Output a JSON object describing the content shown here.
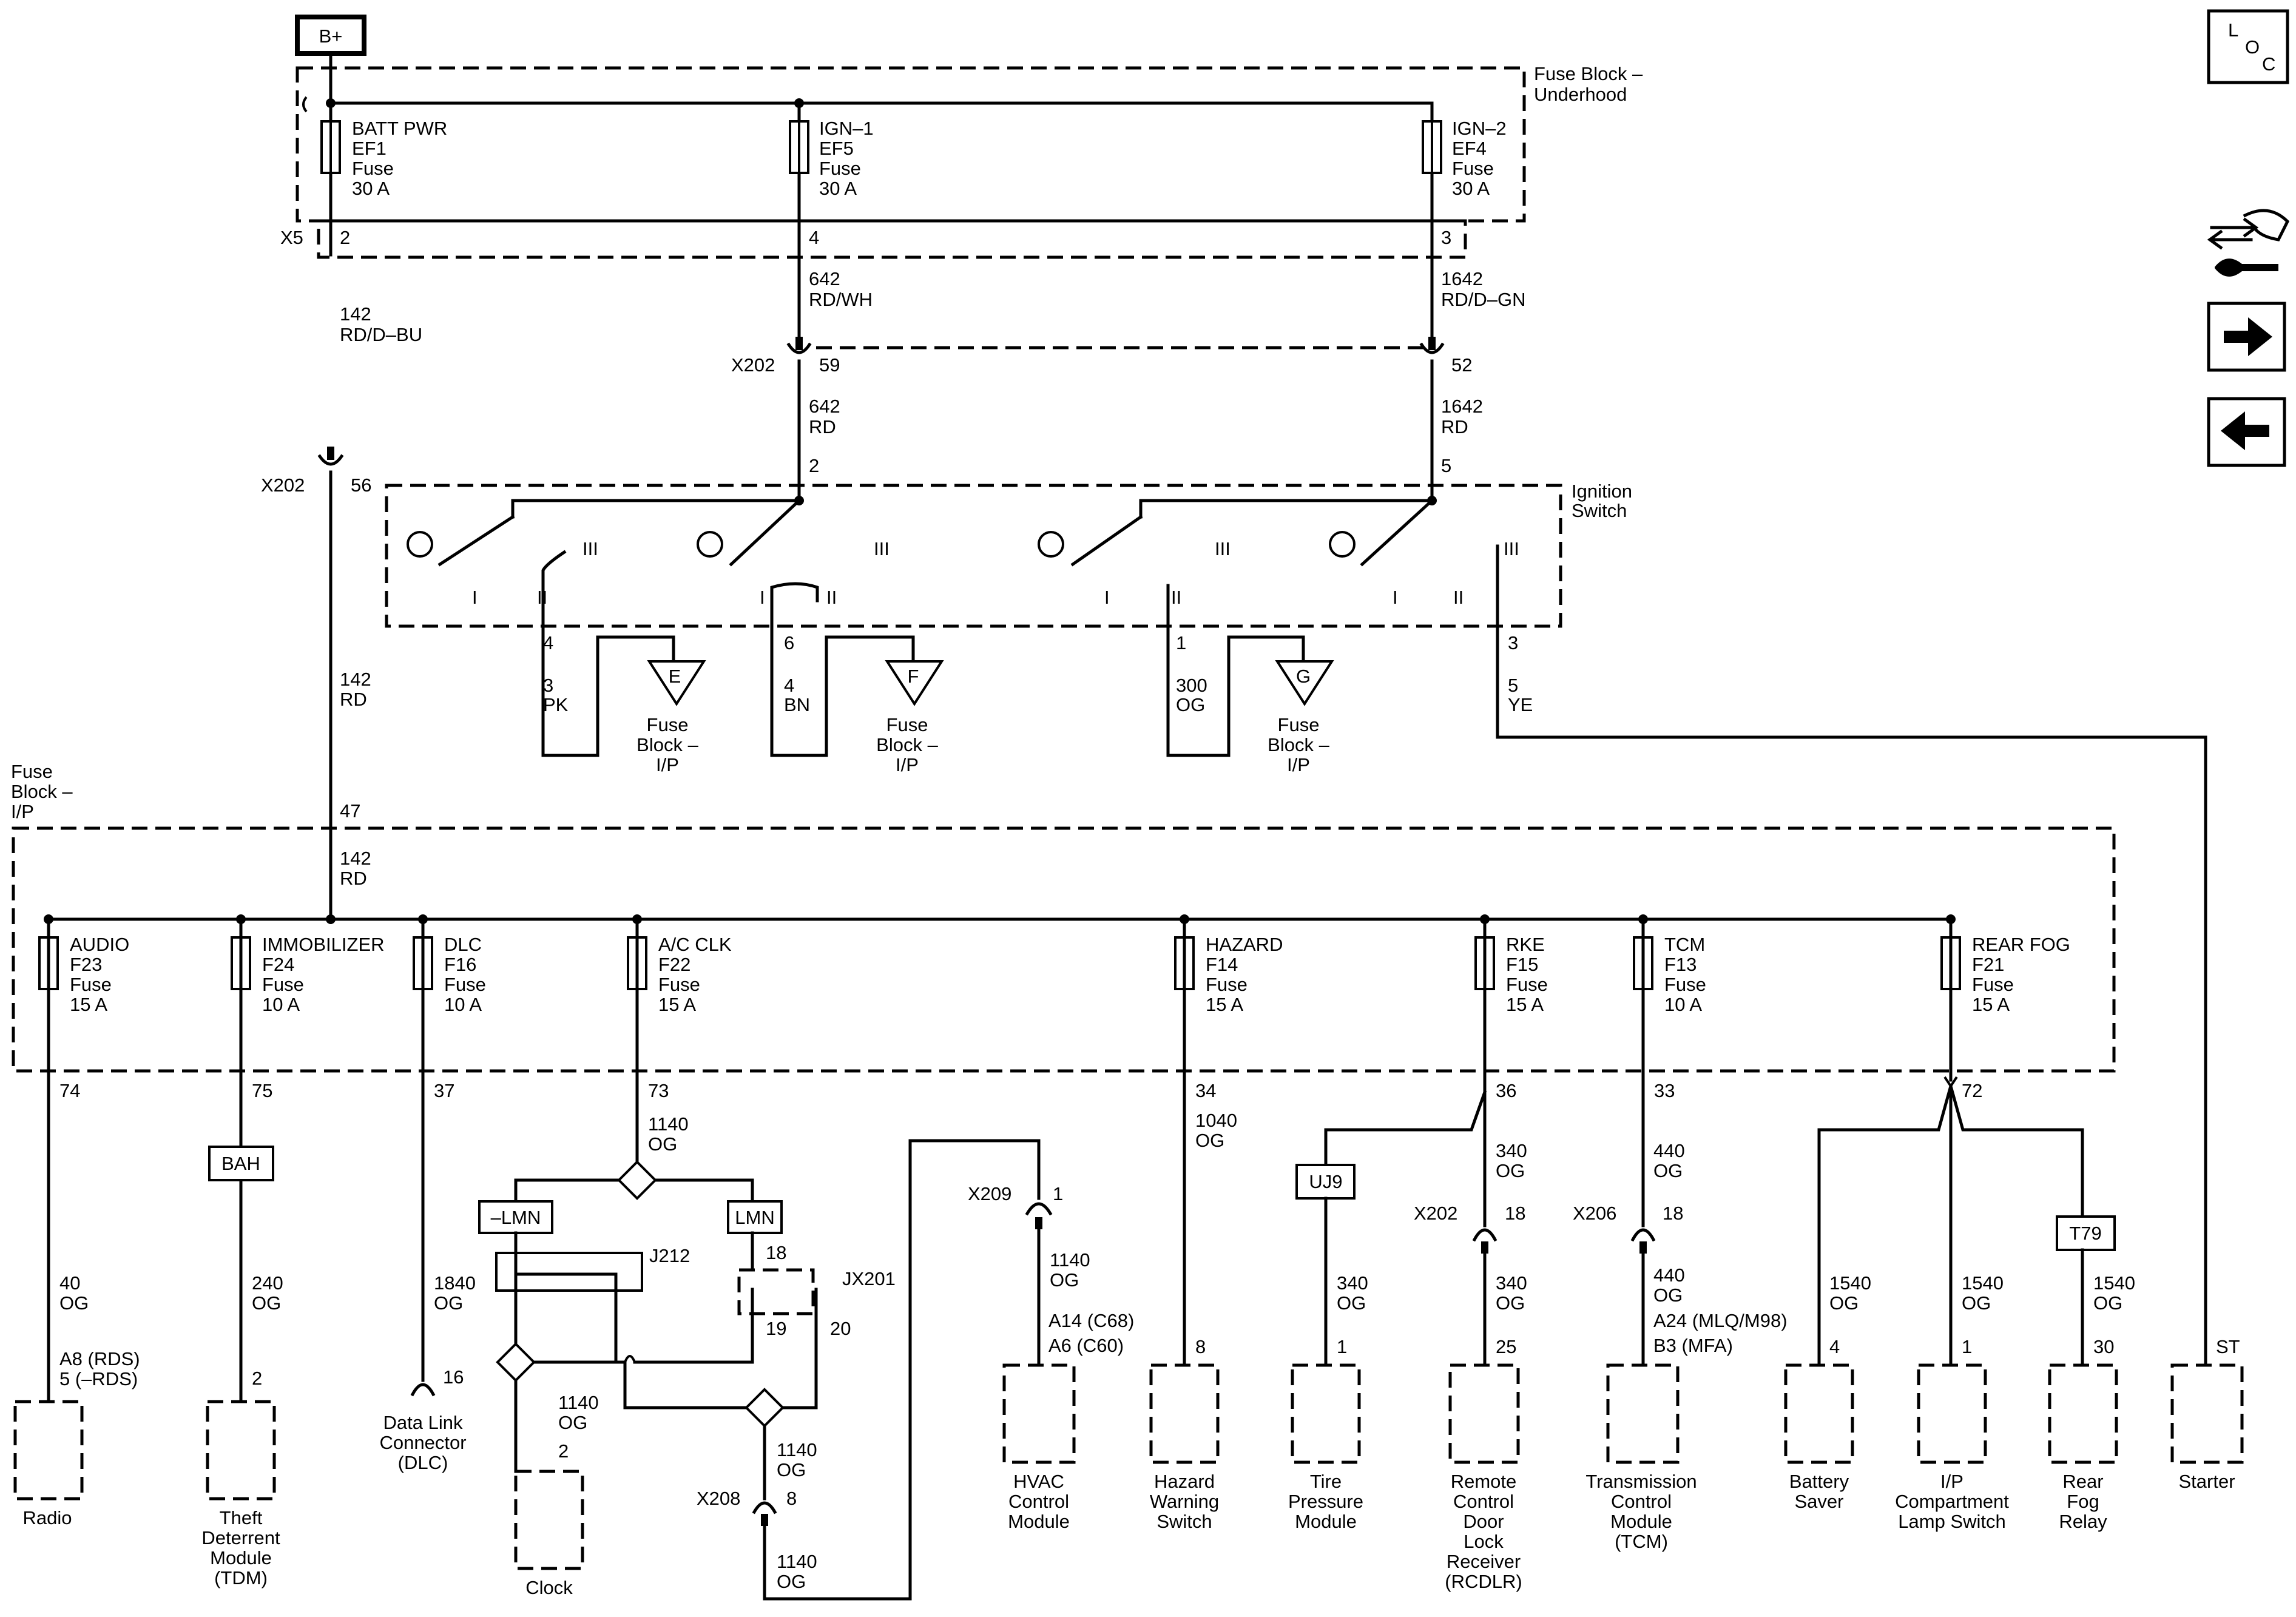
{
  "battery": "B+",
  "loc_letters": [
    "L",
    "O",
    "C"
  ],
  "fuse_block_underhood": {
    "title": [
      "Fuse Block –",
      "Underhood"
    ],
    "fuses": [
      {
        "lines": [
          "BATT PWR",
          "EF1",
          "Fuse",
          "30 A"
        ]
      },
      {
        "lines": [
          "IGN–1",
          "EF5",
          "Fuse",
          "30 A"
        ]
      },
      {
        "lines": [
          "IGN–2",
          "EF4",
          "Fuse",
          "30 A"
        ]
      }
    ],
    "connector": "X5",
    "pins": [
      "2",
      "4",
      "3"
    ]
  },
  "wires_upper": [
    {
      "circuit": "142",
      "color": "RD/D–BU"
    },
    {
      "circuit": "642",
      "color": "RD/WH"
    },
    {
      "circuit": "1642",
      "color": "RD/D–GN"
    },
    {
      "circuit": "642",
      "color": "RD"
    },
    {
      "circuit": "1642",
      "color": "RD"
    },
    {
      "circuit": "142",
      "color": "RD"
    }
  ],
  "connectors_upper": [
    {
      "name": "X202",
      "pin": "59"
    },
    {
      "name": "",
      "pin": "52"
    },
    {
      "name": "X202",
      "pin": "56"
    }
  ],
  "ignition_switch": {
    "title": [
      "Ignition",
      "Switch"
    ],
    "input_pins": [
      "2",
      "5"
    ],
    "positions": [
      "I",
      "II",
      "III"
    ],
    "outputs": [
      {
        "pin": "4",
        "circuit": "3",
        "color": "PK",
        "ref": "E"
      },
      {
        "pin": "6",
        "circuit": "4",
        "color": "BN",
        "ref": "F"
      },
      {
        "pin": "1",
        "circuit": "300",
        "color": "OG",
        "ref": "G"
      },
      {
        "pin": "3",
        "circuit": "5",
        "color": "YE"
      }
    ],
    "ref_label": [
      "Fuse",
      "Block –",
      "I/P"
    ]
  },
  "fuse_block_ip": {
    "title": [
      "Fuse",
      "Block –",
      "I/P"
    ],
    "input_pin": "47",
    "input_wire": {
      "circuit": "142",
      "color": "RD"
    },
    "fuses": [
      {
        "lines": [
          "AUDIO",
          "F23",
          "Fuse",
          "15 A"
        ],
        "pin": "74"
      },
      {
        "lines": [
          "IMMOBILIZER",
          "F24",
          "Fuse",
          "10 A"
        ],
        "pin": "75"
      },
      {
        "lines": [
          "DLC",
          "F16",
          "Fuse",
          "10 A"
        ],
        "pin": "37"
      },
      {
        "lines": [
          "A/C CLK",
          "F22",
          "Fuse",
          "15 A"
        ],
        "pin": "73"
      },
      {
        "lines": [
          "HAZARD",
          "F14",
          "Fuse",
          "15 A"
        ],
        "pin": "34"
      },
      {
        "lines": [
          "RKE",
          "F15",
          "Fuse",
          "15 A"
        ],
        "pin": "36"
      },
      {
        "lines": [
          "TCM",
          "F13",
          "Fuse",
          "10 A"
        ],
        "pin": "33"
      },
      {
        "lines": [
          "REAR FOG",
          "F21",
          "Fuse",
          "15 A"
        ],
        "pin": "72"
      }
    ]
  },
  "splices": {
    "BAH": "BAH",
    "LMN_minus": "–LMN",
    "LMN": "LMN",
    "UJ9": "UJ9",
    "T79": "T79"
  },
  "labels": {
    "J212": "J212",
    "JX201": "JX201",
    "pin18": "18",
    "pin19": "19",
    "pin20": "20"
  },
  "lower_wires": {
    "w40": [
      "40",
      "OG"
    ],
    "w240": [
      "240",
      "OG"
    ],
    "w1840": [
      "1840",
      "OG"
    ],
    "w1140a": [
      "1140",
      "OG"
    ],
    "w1140b": [
      "1140",
      "OG"
    ],
    "w1140c": [
      "1140",
      "OG"
    ],
    "w1140d": [
      "1140",
      "OG"
    ],
    "w1140e": [
      "1140",
      "OG"
    ],
    "w1040": [
      "1040",
      "OG"
    ],
    "w340a": [
      "340",
      "OG"
    ],
    "w340b": [
      "340",
      "OG"
    ],
    "w340c": [
      "340",
      "OG"
    ],
    "w440a": [
      "440",
      "OG"
    ],
    "w440b": [
      "440",
      "OG"
    ],
    "w1540a": [
      "1540",
      "OG"
    ],
    "w1540b": [
      "1540",
      "OG"
    ],
    "w1540c": [
      "1540",
      "OG"
    ]
  },
  "inline_connectors": {
    "X209": {
      "name": "X209",
      "pin": "1"
    },
    "X208": {
      "name": "X208",
      "pin": "8"
    },
    "X202b": {
      "name": "X202",
      "pin": "18"
    },
    "X206": {
      "name": "X206",
      "pin": "18"
    }
  },
  "components": {
    "radio": {
      "name": [
        "Radio"
      ],
      "pin": [
        "A8 (RDS)",
        "5 (–RDS)"
      ]
    },
    "tdm": {
      "name": [
        "Theft",
        "Deterrent",
        "Module",
        "(TDM)"
      ],
      "pin": [
        "2"
      ]
    },
    "dlc": {
      "name": [
        "Data Link",
        "Connector",
        "(DLC)"
      ],
      "pin": [
        "16"
      ]
    },
    "clock": {
      "name": [
        "Clock"
      ],
      "pin": [
        "2"
      ]
    },
    "hvac": {
      "name": [
        "HVAC",
        "Control",
        "Module"
      ],
      "pin": [
        "A14 (C68)",
        "A6 (C60)"
      ]
    },
    "hazard": {
      "name": [
        "Hazard",
        "Warning",
        "Switch"
      ],
      "pin": [
        "8"
      ]
    },
    "tire": {
      "name": [
        "Tire",
        "Pressure",
        "Module"
      ],
      "pin": [
        "1"
      ]
    },
    "rcdlr": {
      "name": [
        "Remote",
        "Control",
        "Door",
        "Lock",
        "Receiver",
        "(RCDLR)"
      ],
      "pin": [
        "25"
      ]
    },
    "tcm": {
      "name": [
        "Transmission",
        "Control",
        "Module",
        "(TCM)"
      ],
      "pin": [
        "A24 (MLQ/M98)",
        "B3 (MFA)"
      ]
    },
    "battery_saver": {
      "name": [
        "Battery",
        "Saver"
      ],
      "pin": [
        "4"
      ]
    },
    "ip_lamp": {
      "name": [
        "I/P",
        "Compartment",
        "Lamp Switch"
      ],
      "pin": [
        "1"
      ]
    },
    "rear_fog": {
      "name": [
        "Rear",
        "Fog",
        "Relay"
      ],
      "pin": [
        "30"
      ]
    },
    "starter": {
      "name": [
        "Starter"
      ],
      "pin": [
        "ST"
      ]
    }
  }
}
